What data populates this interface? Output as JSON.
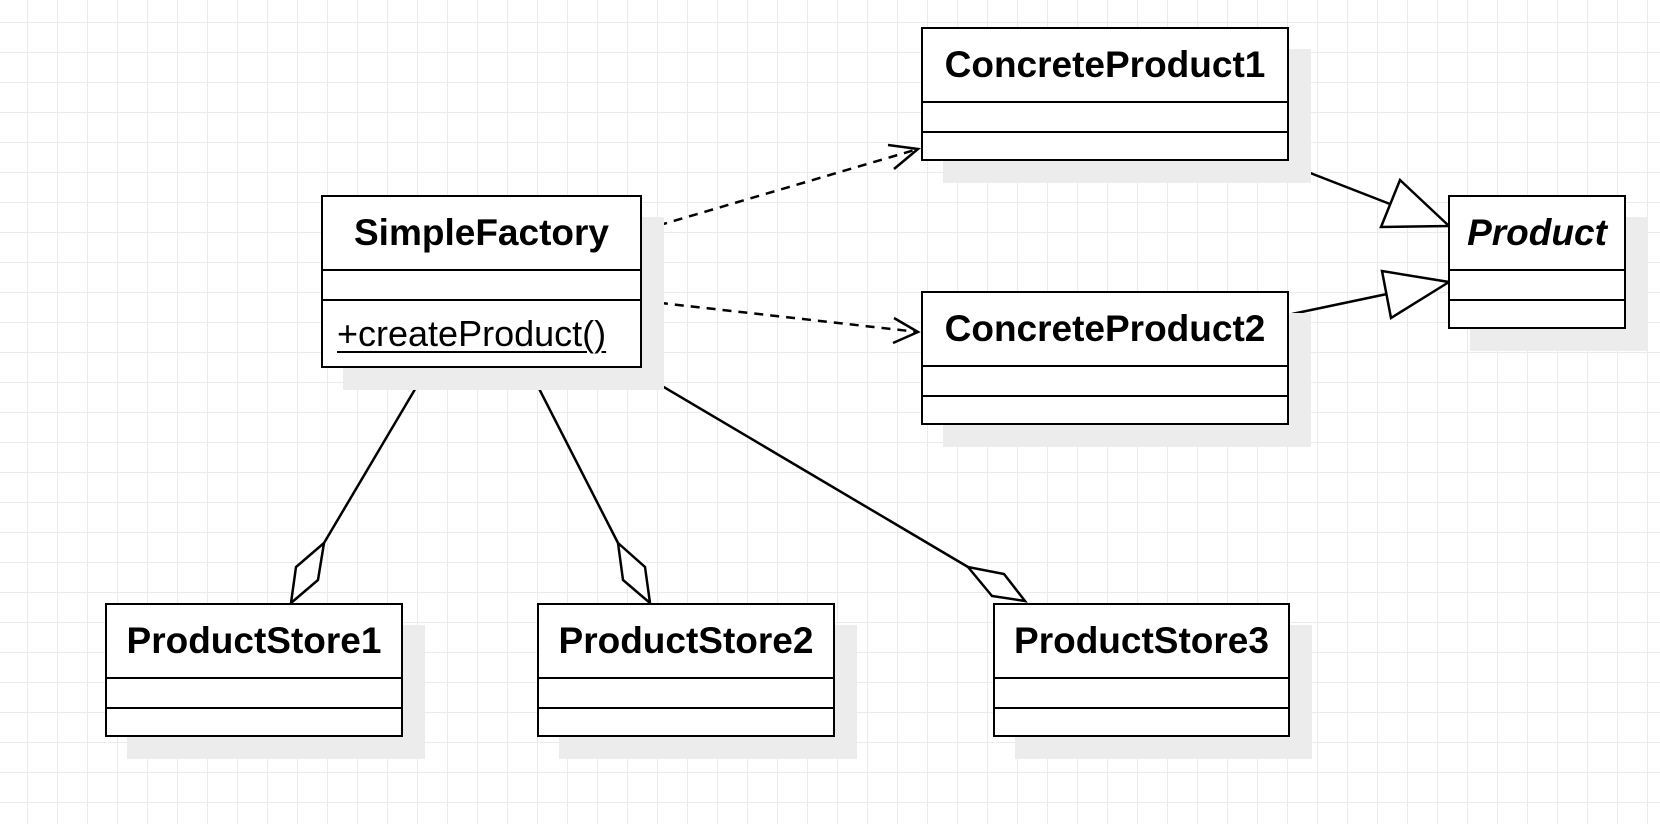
{
  "diagram": {
    "classes": {
      "simple_factory": {
        "name": "SimpleFactory",
        "methods": [
          "+createProduct()"
        ]
      },
      "concrete_product1": {
        "name": "ConcreteProduct1"
      },
      "concrete_product2": {
        "name": "ConcreteProduct2"
      },
      "product": {
        "name": "Product",
        "abstract": true
      },
      "product_store1": {
        "name": "ProductStore1"
      },
      "product_store2": {
        "name": "ProductStore2"
      },
      "product_store3": {
        "name": "ProductStore3"
      }
    },
    "relationships": [
      {
        "type": "dependency",
        "from": "SimpleFactory",
        "to": "ConcreteProduct1"
      },
      {
        "type": "dependency",
        "from": "SimpleFactory",
        "to": "ConcreteProduct2"
      },
      {
        "type": "generalization",
        "from": "ConcreteProduct1",
        "to": "Product"
      },
      {
        "type": "generalization",
        "from": "ConcreteProduct2",
        "to": "Product"
      },
      {
        "type": "aggregation",
        "whole": "ProductStore1",
        "part": "SimpleFactory"
      },
      {
        "type": "aggregation",
        "whole": "ProductStore2",
        "part": "SimpleFactory"
      },
      {
        "type": "aggregation",
        "whole": "ProductStore3",
        "part": "SimpleFactory"
      }
    ],
    "colors": {
      "line": "#000000",
      "shadow": "#ececec",
      "grid": "#ebebeb",
      "background": "#ffffff"
    }
  }
}
